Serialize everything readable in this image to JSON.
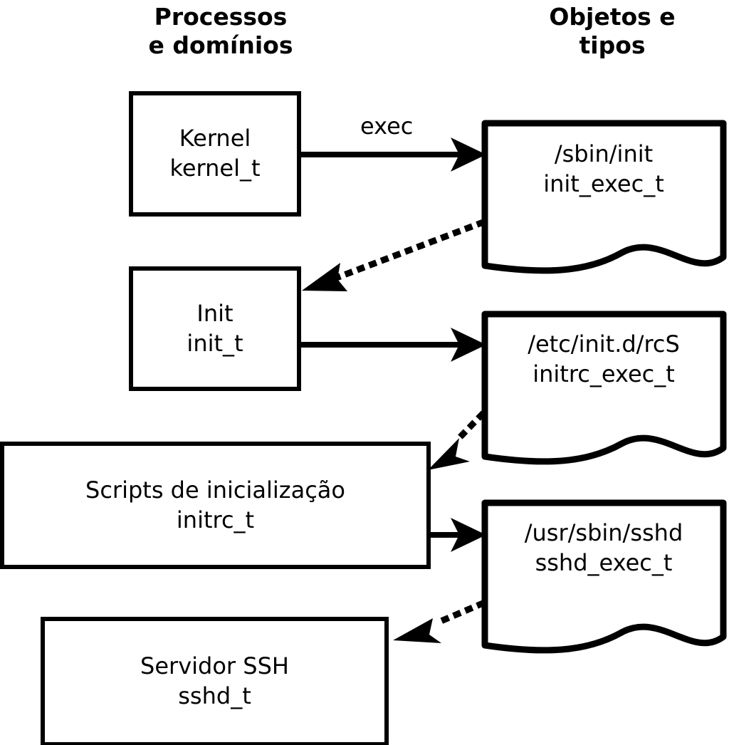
{
  "diagram": {
    "title_left": "Processos\ne domínios",
    "title_right": "Objetos e\ntipos",
    "accent_color": "#000000",
    "background_color": "#ffffff"
  },
  "processes": [
    {
      "id": "kernel",
      "name": "Kernel",
      "type": "kernel_t"
    },
    {
      "id": "init",
      "name": "Init",
      "type": "init_t"
    },
    {
      "id": "initrc",
      "name": "Scripts de inicialização",
      "type": "initrc_t"
    },
    {
      "id": "sshd",
      "name": "Servidor SSH",
      "type": "sshd_t"
    }
  ],
  "objects": [
    {
      "id": "init_exec",
      "path": "/sbin/init",
      "type": "init_exec_t"
    },
    {
      "id": "initrc_exec",
      "path": "/etc/init.d/rcS",
      "type": "initrc_exec_t"
    },
    {
      "id": "sshd_exec",
      "path": "/usr/sbin/sshd",
      "type": "sshd_exec_t"
    }
  ],
  "edges": [
    {
      "id": "e1",
      "from": "kernel",
      "to": "init_exec",
      "style": "solid",
      "label": "exec"
    },
    {
      "id": "e2",
      "from": "init_exec",
      "to": "init",
      "style": "dotted",
      "label": ""
    },
    {
      "id": "e3",
      "from": "init",
      "to": "initrc_exec",
      "style": "solid",
      "label": ""
    },
    {
      "id": "e4",
      "from": "initrc_exec",
      "to": "initrc",
      "style": "dotted",
      "label": ""
    },
    {
      "id": "e5",
      "from": "initrc",
      "to": "sshd_exec",
      "style": "solid",
      "label": ""
    },
    {
      "id": "e6",
      "from": "sshd_exec",
      "to": "sshd",
      "style": "dotted",
      "label": ""
    }
  ],
  "labels": {
    "exec": "exec"
  }
}
